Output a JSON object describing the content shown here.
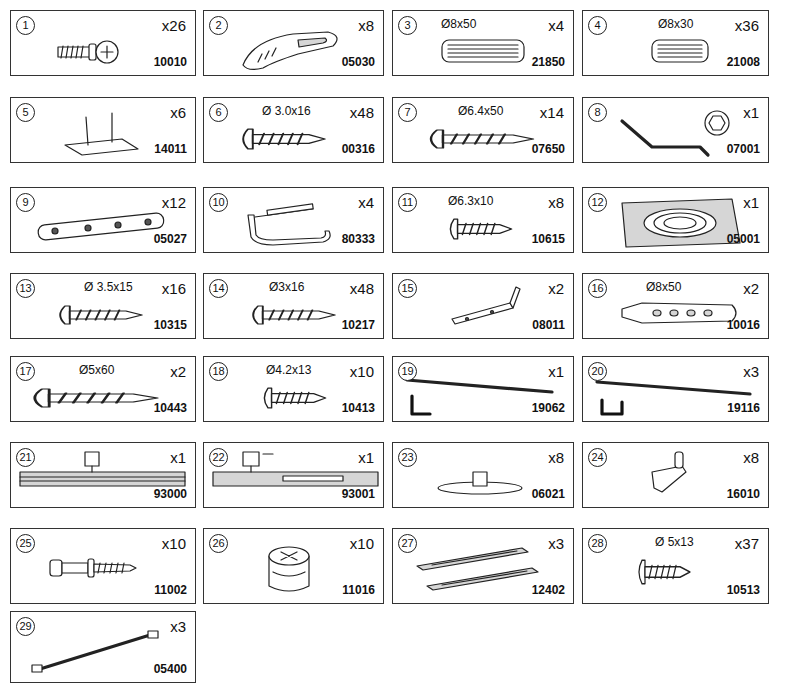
{
  "diagram": {
    "nodes": [
      {
        "text": [
          "x26",
          "10010"
        ]
      },
      {
        "text": [
          "1"
        ],
        "in": 0
      },
      {
        "text": [
          "x8",
          "05030"
        ]
      },
      {
        "text": [
          "2"
        ],
        "in": 2
      },
      {
        "text": [
          "Ø8x50",
          "x4",
          "21850"
        ]
      },
      {
        "text": [
          "3"
        ],
        "in": 4
      },
      {
        "text": [
          "Ø8x30",
          "x36",
          "21008"
        ]
      },
      {
        "text": [
          "4"
        ],
        "in": 6
      },
      {
        "text": [
          "x6",
          "14011"
        ]
      },
      {
        "text": [
          "5"
        ],
        "in": 8
      },
      {
        "text": [
          "Ø 3.0x16",
          "x48",
          "00316"
        ]
      },
      {
        "text": [
          "6"
        ],
        "in": 10
      },
      {
        "text": [
          "Ø6.4x50",
          "x14",
          "07650"
        ]
      },
      {
        "text": [
          "7"
        ],
        "in": 12
      },
      {
        "text": [
          "x1",
          "07001"
        ]
      },
      {
        "text": [
          "8"
        ],
        "in": 14
      },
      {
        "text": [
          "x12",
          "05027"
        ]
      },
      {
        "text": [
          "9"
        ],
        "in": 16
      },
      {
        "text": [
          "x4",
          "80333"
        ]
      },
      {
        "text": [
          "10"
        ],
        "in": 18
      },
      {
        "text": [
          "Ø6.3x10",
          "x8",
          "10615"
        ]
      },
      {
        "text": [
          "11"
        ],
        "in": 20
      },
      {
        "text": [
          "x1",
          "05001"
        ]
      },
      {
        "text": [
          "12"
        ],
        "in": 22
      },
      {
        "text": [
          "Ø 3.5x15",
          "x16",
          "10315"
        ]
      },
      {
        "text": [
          "13"
        ],
        "in": 24
      },
      {
        "text": [
          "Ø3x16",
          "x48",
          "10217"
        ]
      },
      {
        "text": [
          "14"
        ],
        "in": 26
      },
      {
        "text": [
          "x2",
          "08011"
        ]
      },
      {
        "text": [
          "15"
        ],
        "in": 28
      },
      {
        "text": [
          "Ø8x50",
          "x2",
          "10016"
        ]
      },
      {
        "text": [
          "16"
        ],
        "in": 30
      },
      {
        "text": [
          "Ø5x60",
          "x2",
          "10443"
        ]
      },
      {
        "text": [
          "17"
        ],
        "in": 32
      },
      {
        "text": [
          "Ø4.2x13",
          "x10",
          "10413"
        ]
      },
      {
        "text": [
          "18"
        ],
        "in": 34
      },
      {
        "text": [
          "x1",
          "19062"
        ]
      },
      {
        "text": [
          "19"
        ],
        "in": 36
      },
      {
        "text": [
          "x3",
          "19116"
        ]
      },
      {
        "text": [
          "20"
        ],
        "in": 38
      },
      {
        "text": [
          "x1",
          "93000"
        ]
      },
      {
        "text": [
          "21"
        ],
        "in": 40
      },
      {
        "text": [
          "x1",
          "93001"
        ]
      },
      {
        "text": [
          "22"
        ],
        "in": 42
      },
      {
        "text": [
          "x8",
          "06021"
        ]
      },
      {
        "text": [
          "23"
        ],
        "in": 44
      },
      {
        "text": [
          "x8",
          "16010"
        ]
      },
      {
        "text": [
          "24"
        ],
        "in": 46
      },
      {
        "text": [
          "x10",
          "11002"
        ]
      },
      {
        "text": [
          "25"
        ],
        "in": 48
      },
      {
        "text": [
          "x10",
          "11016"
        ]
      },
      {
        "text": [
          "26"
        ],
        "in": 50
      },
      {
        "text": [
          "x3",
          "12402"
        ]
      },
      {
        "text": [
          "27"
        ],
        "in": 52
      },
      {
        "text": [
          "Ø 5x13",
          "x37",
          "10513"
        ]
      },
      {
        "text": [
          "28"
        ],
        "in": 54
      },
      {
        "text": [
          "x3",
          "05400"
        ]
      },
      {
        "text": [
          "29"
        ],
        "in": 56
      }
    ]
  }
}
